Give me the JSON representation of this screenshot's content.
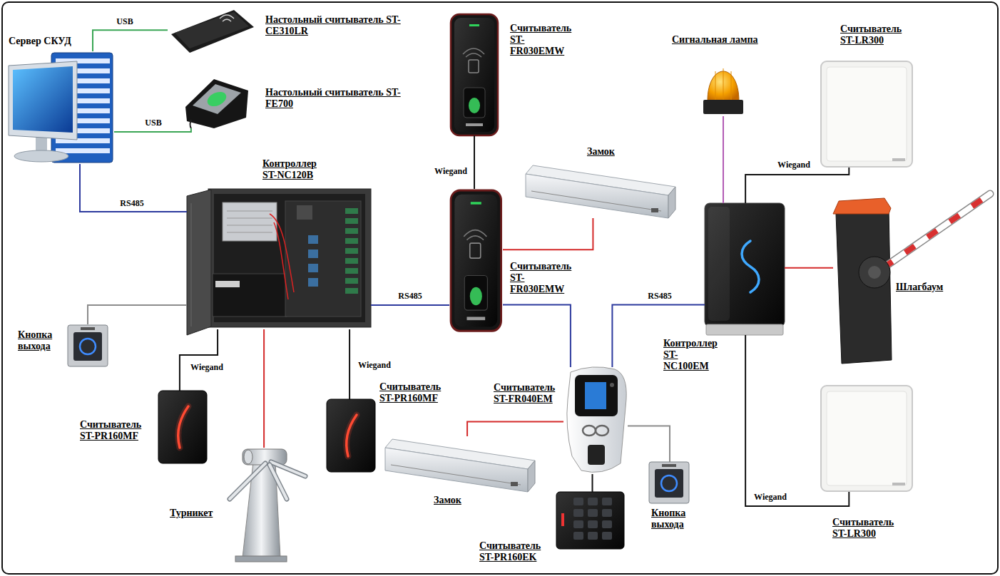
{
  "diagram": {
    "nodes": [
      {
        "text": [
          "Сервер СКУД"
        ]
      },
      {
        "text": [
          "Настольный считыватель ST-CE310LR"
        ]
      },
      {
        "text": [
          "Настольный считыватель ST-FE700"
        ]
      },
      {
        "text": [
          "Считыватель ST-FR030EMW"
        ]
      },
      {
        "text": [
          "Контроллер ST-NC120B"
        ]
      },
      {
        "text": [
          "Замок"
        ]
      },
      {
        "text": [
          "Сигнальная лампа"
        ]
      },
      {
        "text": [
          "Считыватель ST-LR300"
        ]
      },
      {
        "text": [
          "Считыватель ST-FR030EMW"
        ]
      },
      {
        "text": [
          "Контроллер ST-NC100EM"
        ]
      },
      {
        "text": [
          "Шлагбаум"
        ]
      },
      {
        "text": [
          "Кнопка выхода"
        ]
      },
      {
        "text": [
          "Считыватель ST-PR160MF"
        ]
      },
      {
        "text": [
          "Турникет"
        ]
      },
      {
        "text": [
          "Считыватель ST-PR160MF"
        ]
      },
      {
        "text": [
          "Считыватель ST-FR040EM"
        ]
      },
      {
        "text": [
          "Замок"
        ]
      },
      {
        "text": [
          "Кнопка выхода"
        ]
      },
      {
        "text": [
          "Считыватель ST-PR160EK"
        ]
      },
      {
        "text": [
          "Считыватель ST-LR300"
        ]
      }
    ],
    "edges": [
      {
        "from": 0,
        "to": 1,
        "label": "USB",
        "arrow": "none"
      },
      {
        "from": 0,
        "to": 2,
        "label": "USB",
        "arrow": "none"
      },
      {
        "from": 0,
        "to": 4,
        "label": "RS485",
        "arrow": "none"
      },
      {
        "from": 3,
        "to": 8,
        "label": "Wiegand",
        "arrow": "none"
      },
      {
        "from": 4,
        "to": 8,
        "label": "RS485",
        "arrow": "none"
      },
      {
        "from": 4,
        "to": 11,
        "arrow": "none"
      },
      {
        "from": 4,
        "to": 12,
        "label": "Wiegand",
        "arrow": "none"
      },
      {
        "from": 4,
        "to": 13,
        "arrow": "none"
      },
      {
        "from": 4,
        "to": 14,
        "label": "Wiegand",
        "arrow": "none"
      },
      {
        "from": 5,
        "to": 8,
        "arrow": "none"
      },
      {
        "from": 6,
        "to": 9,
        "arrow": "none"
      },
      {
        "from": 7,
        "to": 9,
        "label": "Wiegand",
        "arrow": "none"
      },
      {
        "from": 8,
        "to": 15,
        "arrow": "none"
      },
      {
        "from": 9,
        "to": 10,
        "arrow": "none"
      },
      {
        "from": 9,
        "to": 15,
        "label": "RS485",
        "arrow": "none"
      },
      {
        "from": 9,
        "to": 19,
        "label": "Wiegand",
        "arrow": "none"
      },
      {
        "from": 15,
        "to": 16,
        "arrow": "none"
      },
      {
        "from": 15,
        "to": 17,
        "arrow": "none"
      },
      {
        "from": 15,
        "to": 18,
        "arrow": "none"
      }
    ]
  }
}
